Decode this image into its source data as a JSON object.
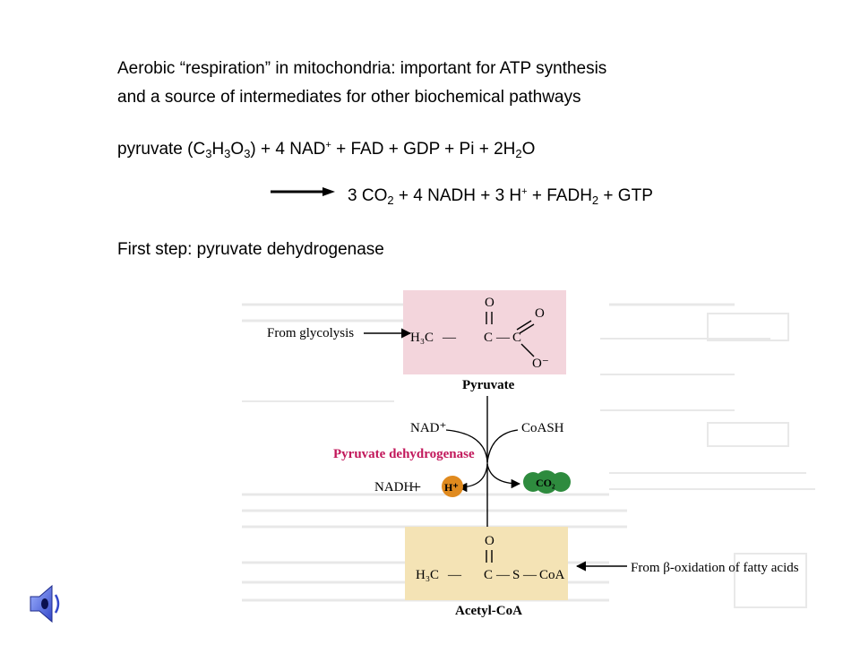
{
  "slide": {
    "line1": "Aerobic “respiration” in mitochondria:  important for ATP synthesis",
    "line2": "and a source of intermediates for other biochemical pathways",
    "equation_reactants": {
      "a": "pyruvate (C",
      "s1": "3",
      "b": "H",
      "s2": "3",
      "c": "O",
      "s3": "3",
      "d": ") + 4 NAD",
      "sup1": "+",
      "e": " + FAD + GDP + Pi + 2H",
      "s4": "2",
      "f": "O"
    },
    "equation_products": {
      "a": "3 CO",
      "s1": "2",
      "b": " + 4 NADH + 3 H",
      "sup1": "+",
      "c": " + FADH",
      "s2": "2",
      "d": " + GTP"
    },
    "first_step": "First step:  pyruvate dehydrogenase"
  },
  "figure": {
    "from_glycolysis": "From glycolysis",
    "pyruvate_label": "Pyruvate",
    "nad_plus": "NAD⁺",
    "coash": "CoASH",
    "enzyme": "Pyruvate dehydrogenase",
    "nadh": "NADH",
    "plus": "+",
    "h_plus": "H⁺",
    "co2": "CO₂",
    "from_beta": "From β-oxidation of fatty acids",
    "acetyl_coa_label": "Acetyl-CoA",
    "pyruvate_struct": {
      "h3c": "H₃C",
      "c1": "C",
      "c2": "C",
      "o_top1": "O",
      "o_top2": "O",
      "o_minus": "O⁻",
      "dash1": "—",
      "dash2": "—"
    },
    "acetyl_struct": {
      "h3c": "H₃C",
      "c": "C",
      "s": "S",
      "coa": "CoA",
      "o": "O",
      "dash1": "—",
      "dash2": "—",
      "dash3": "—"
    }
  },
  "colors": {
    "pyruvate_box": "#f3d5dc",
    "acetyl_box": "#f4e3b5",
    "enzyme_text": "#c2185b",
    "h_plus_fill": "#e08a1e",
    "co2_fill": "#2e8b3e"
  },
  "icons": {
    "audio": "speaker-icon"
  }
}
